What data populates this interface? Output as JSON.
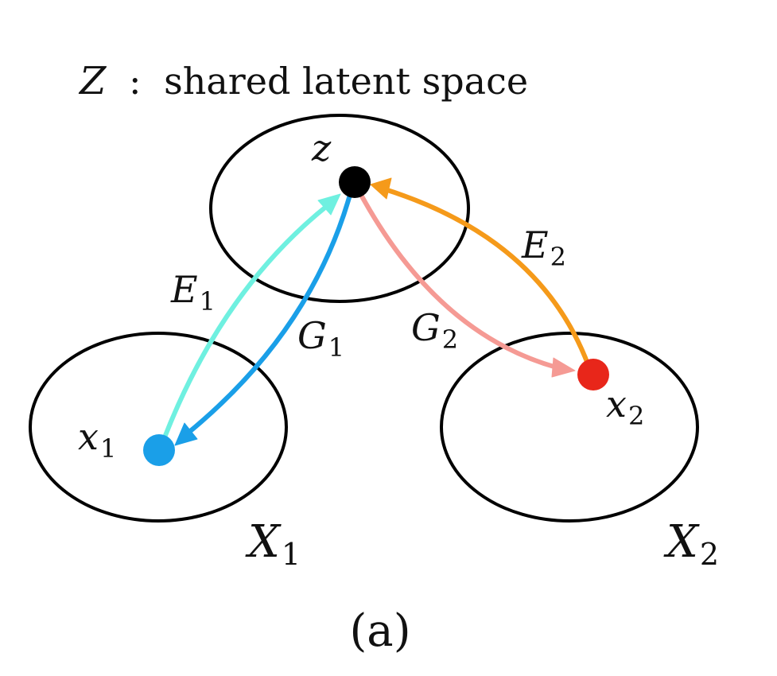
{
  "title": {
    "symbol": "Z",
    "separator": ":",
    "text": "shared latent space"
  },
  "nodes": {
    "z": {
      "label": "z",
      "color": "#000000"
    },
    "x1": {
      "label": "x",
      "subscript": "1",
      "color": "#1a9fe8"
    },
    "x2": {
      "label": "x",
      "subscript": "2",
      "color": "#e8261a"
    }
  },
  "spaces": {
    "X1": {
      "label": "X",
      "subscript": "1"
    },
    "X2": {
      "label": "X",
      "subscript": "2"
    }
  },
  "edges": {
    "E1": {
      "label": "E",
      "subscript": "1",
      "color": "#6ff0e0"
    },
    "G1": {
      "label": "G",
      "subscript": "1",
      "color": "#1a9fe8"
    },
    "G2": {
      "label": "G",
      "subscript": "2",
      "color": "#f59a94"
    },
    "E2": {
      "label": "E",
      "subscript": "2",
      "color": "#f59a1a"
    }
  },
  "caption": "(a)"
}
